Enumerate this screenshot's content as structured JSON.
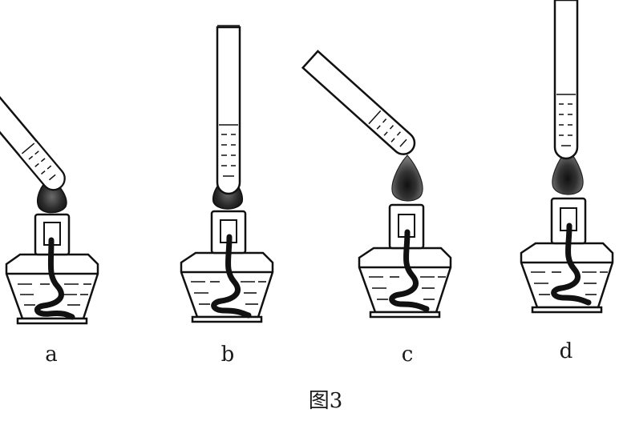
{
  "figure": {
    "panels": [
      {
        "label": "a",
        "tube": "tilted",
        "flame": "dark"
      },
      {
        "label": "b",
        "tube": "vertical",
        "flame": "dark"
      },
      {
        "label": "c",
        "tube": "tilted",
        "flame": "outer"
      },
      {
        "label": "d",
        "tube": "vertical",
        "flame": "outer"
      }
    ],
    "caption": "图3"
  }
}
